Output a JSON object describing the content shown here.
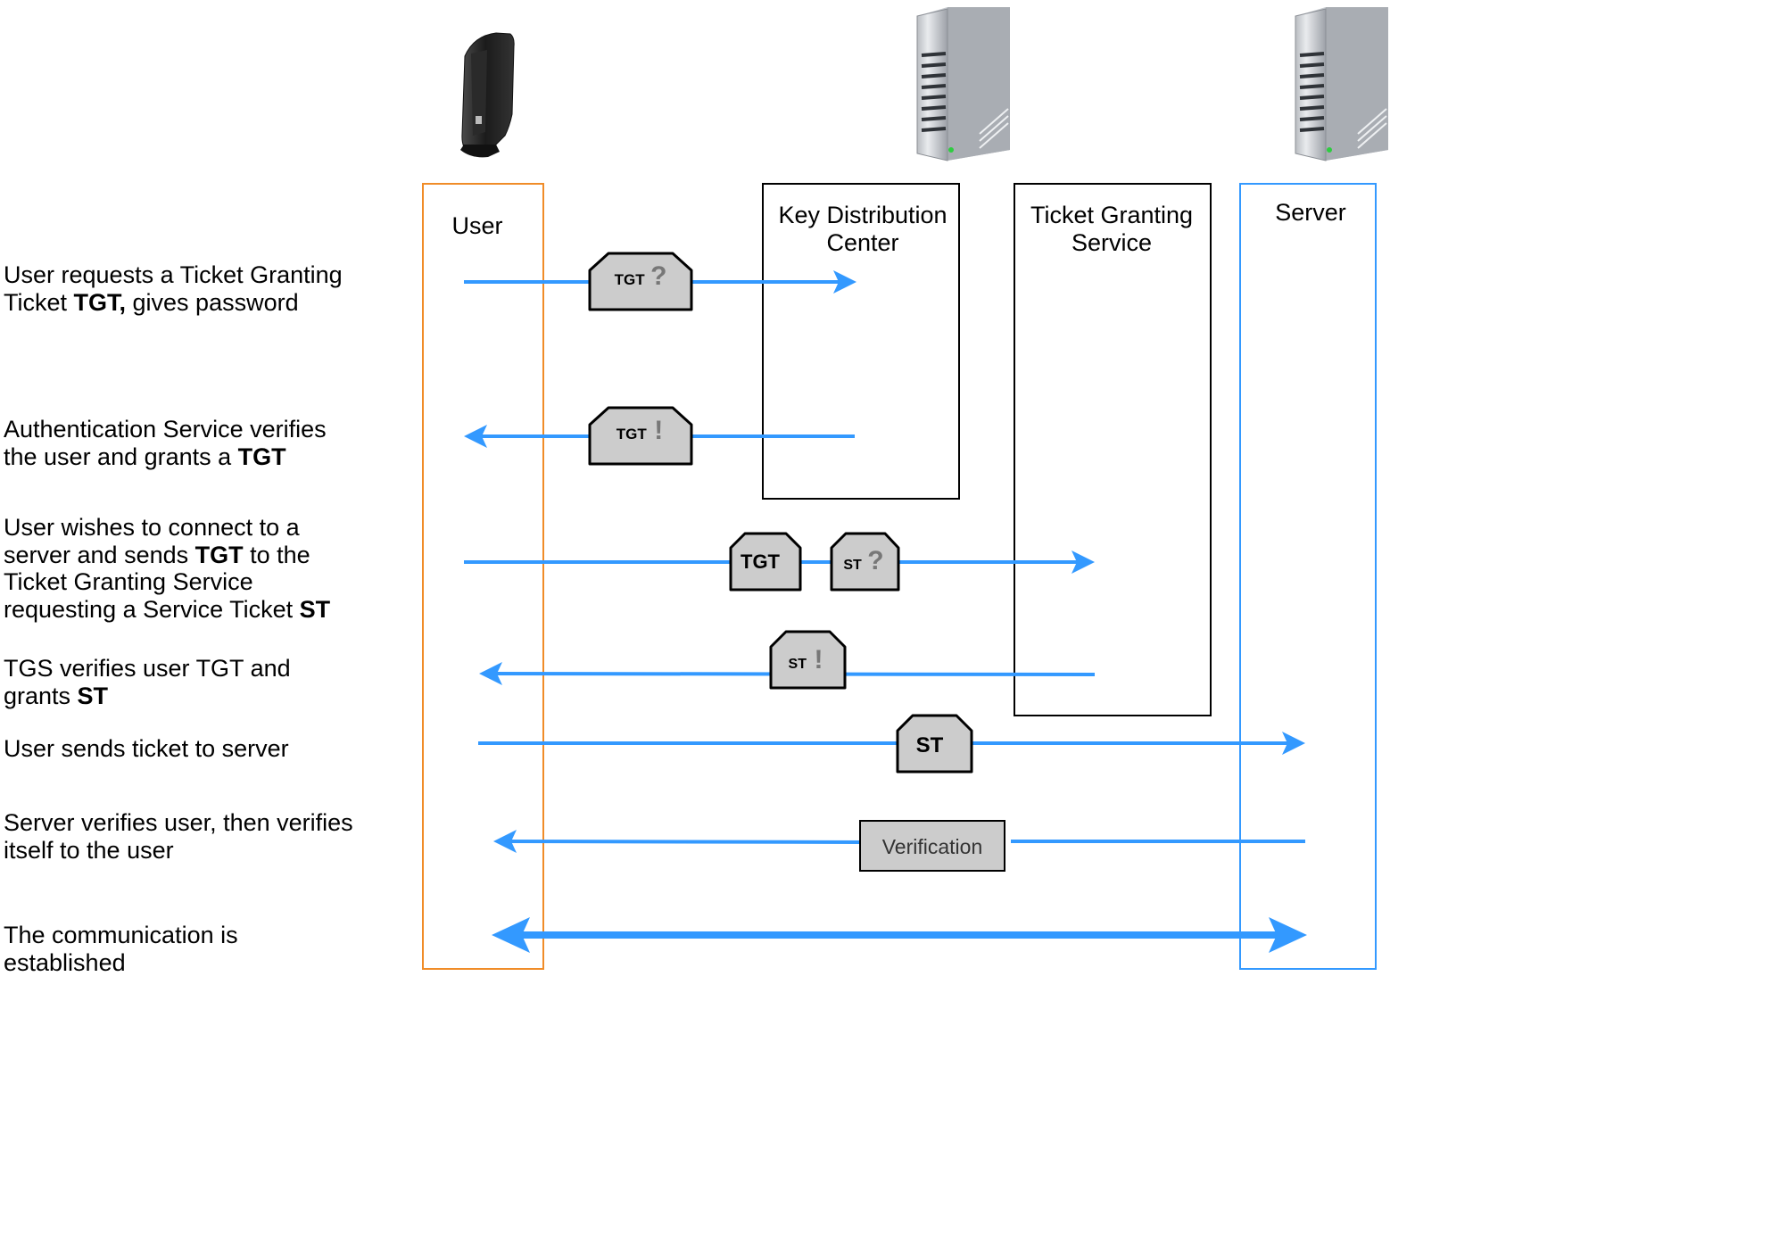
{
  "columns": {
    "user": "User",
    "kdc_line1": "Key Distribution",
    "kdc_line2": "Center",
    "tgs_line1": "Ticket Granting",
    "tgs_line2": "Service",
    "server": "Server"
  },
  "steps": [
    {
      "parts": [
        {
          "t": "User requests a Ticket Granting Ticket ",
          "b": false
        },
        {
          "t": "TGT,",
          "b": true
        },
        {
          "t": " gives password",
          "b": false
        }
      ]
    },
    {
      "parts": [
        {
          "t": "Authentication Service verifies the user and grants a ",
          "b": false
        },
        {
          "t": "TGT",
          "b": true
        }
      ]
    },
    {
      "parts": [
        {
          "t": "User wishes to connect to a server and sends ",
          "b": false
        },
        {
          "t": "TGT",
          "b": true
        },
        {
          "t": " to the Ticket Granting Service requesting a Service Ticket ",
          "b": false
        },
        {
          "t": "ST",
          "b": true
        }
      ]
    },
    {
      "parts": [
        {
          "t": "TGS verifies user TGT and grants ",
          "b": false
        },
        {
          "t": "ST",
          "b": true
        }
      ]
    },
    {
      "parts": [
        {
          "t": "User sends ticket to server",
          "b": false
        }
      ]
    },
    {
      "parts": [
        {
          "t": "Server verifies user, then verifies itself to the user",
          "b": false
        }
      ]
    },
    {
      "parts": [
        {
          "t": "The communication is established",
          "b": false
        }
      ]
    }
  ],
  "tickets": {
    "tgt_request": {
      "label": "TGT",
      "mark": "?"
    },
    "tgt_grant": {
      "label": "TGT",
      "mark": "!"
    },
    "tgt_send": {
      "label": "TGT",
      "mark": ""
    },
    "st_request": {
      "label": "ST",
      "mark": "?"
    },
    "st_grant": {
      "label": "ST",
      "mark": "!"
    },
    "st_send": {
      "label": "ST",
      "mark": ""
    }
  },
  "verification_label": "Verification",
  "icons": {
    "user": "thin-client-computer-icon",
    "kdc": "server-tower-icon",
    "server": "server-tower-icon"
  },
  "colors": {
    "arrow": "#3399FF",
    "user_box": "#F08C28",
    "server_box": "#3399FF",
    "box_border": "#000000",
    "ticket_fill": "#CCCCCC",
    "mark": "#777777"
  }
}
